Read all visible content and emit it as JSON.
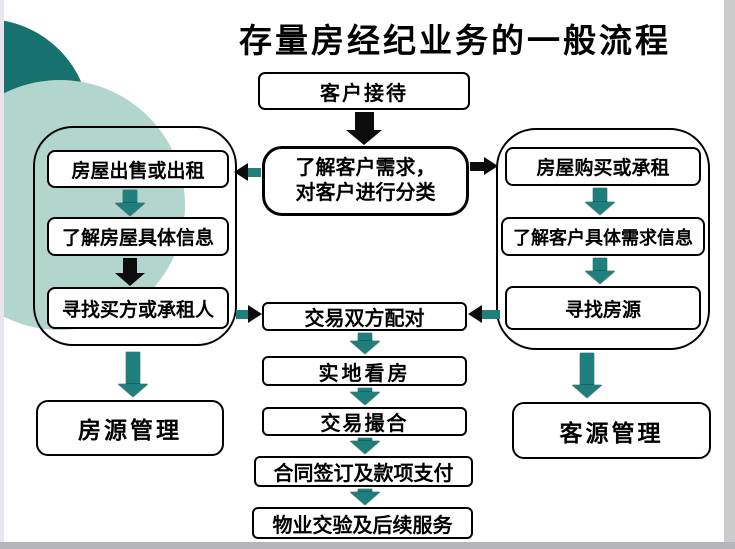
{
  "title": "存量房经纪业务的一般流程",
  "colors": {
    "teal": "#1e7f7c",
    "teal_dark": "#17716f",
    "teal_light": "#b2d5ce",
    "ink": "#0c0c0c"
  },
  "nodes": {
    "reception": "客户接待",
    "understand": {
      "line1": "了解客户需求，",
      "line2": "对客户进行分类"
    },
    "left": {
      "sell_or_rent": "房屋出售或出租",
      "house_info": "了解房屋具体信息",
      "find_buyer": "寻找买方或承租人",
      "source_mgmt": "房源管理"
    },
    "right": {
      "buy_or_lease": "房屋购买或承租",
      "needs_info": "了解客户具体需求信息",
      "find_listings": "寻找房源",
      "client_mgmt": "客源管理"
    },
    "center": {
      "matching": "交易双方配对",
      "site_visit": "实地看房",
      "deal": "交易撮合",
      "contract": "合同签订及款项支付",
      "handover": "物业交验及后续服务"
    }
  }
}
